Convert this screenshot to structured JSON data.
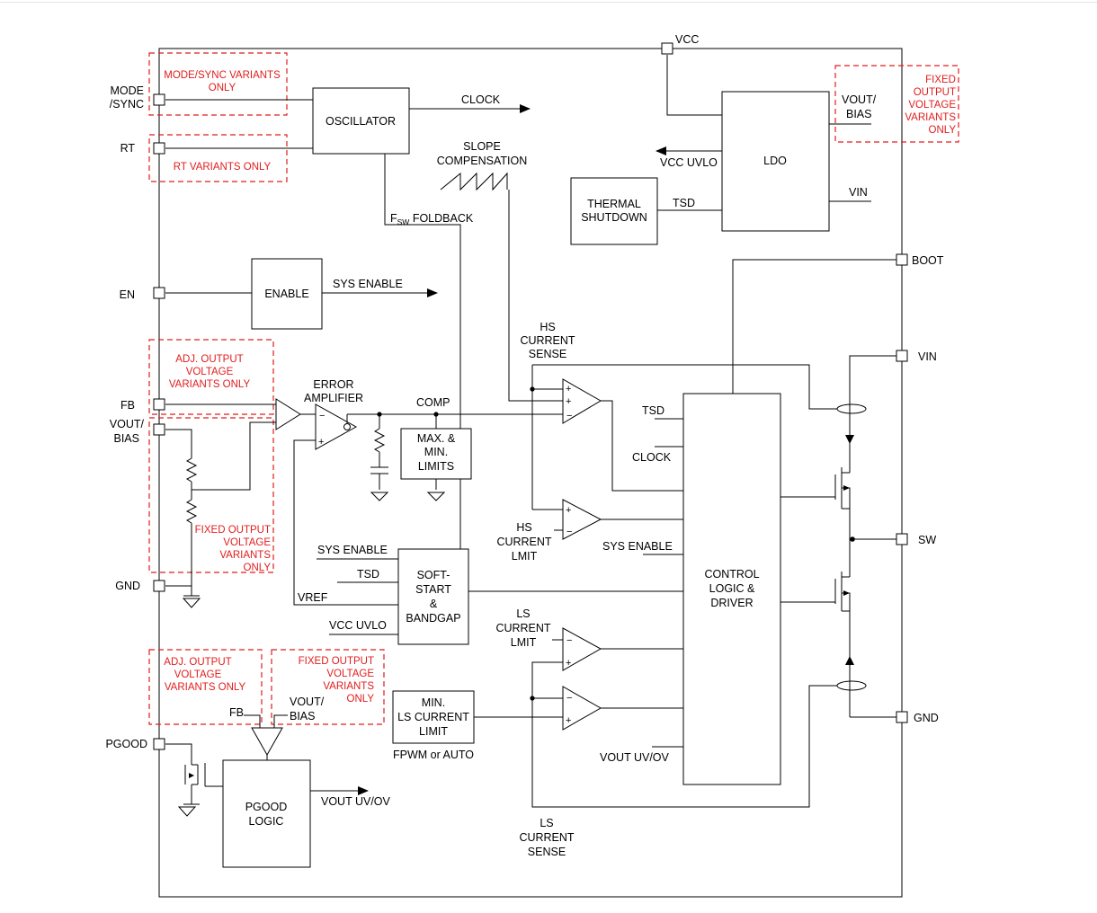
{
  "pins": {
    "vcc": "VCC",
    "mode_sync": [
      "MODE",
      "/SYNC"
    ],
    "rt": "RT",
    "en": "EN",
    "fb": "FB",
    "vout_bias": [
      "VOUT/",
      "BIAS"
    ],
    "gnd": "GND",
    "pgood": "PGOOD",
    "boot": "BOOT",
    "vin": "VIN",
    "sw": "SW",
    "gnd_right": "GND"
  },
  "variants": {
    "mode_sync": [
      "MODE/SYNC VARIANTS",
      "ONLY"
    ],
    "rt": "RT VARIANTS ONLY",
    "adj_top": [
      "ADJ. OUTPUT",
      "VOLTAGE",
      "VARIANTS ONLY"
    ],
    "fixed_left": [
      "FIXED OUTPUT",
      "VOLTAGE",
      "VARIANTS",
      "ONLY"
    ],
    "fixed_top_right": [
      "FIXED",
      "OUTPUT",
      "VOLTAGE",
      "VARIANTS",
      "ONLY"
    ],
    "adj_bottom": [
      "ADJ. OUTPUT",
      "VOLTAGE",
      "VARIANTS ONLY"
    ],
    "fixed_bottom": [
      "FIXED OUTPUT",
      "VOLTAGE",
      "VARIANTS",
      "ONLY"
    ]
  },
  "blocks": {
    "oscillator": "OSCILLATOR",
    "ldo": "LDO",
    "thermal": [
      "THERMAL",
      "SHUTDOWN"
    ],
    "enable": "ENABLE",
    "maxmin": [
      "MAX. &",
      "MIN.",
      "LIMITS"
    ],
    "softstart": [
      "SOFT-",
      "START",
      "&",
      "BANDGAP"
    ],
    "control": [
      "CONTROL",
      "LOGIC &",
      "DRIVER"
    ],
    "minls": [
      "MIN.",
      "LS CURRENT",
      "LIMIT"
    ],
    "pgood_logic": [
      "PGOOD",
      "LOGIC"
    ]
  },
  "signals": {
    "clock": "CLOCK",
    "slope": [
      "SLOPE",
      "COMPENSATION"
    ],
    "vcc_uvlo_ldo": "VCC UVLO",
    "ldo_vout_bias": [
      "VOUT/",
      "BIAS"
    ],
    "ldo_vin": "VIN",
    "tsd_thermal": "TSD",
    "fsw_foldback_f": "F",
    "fsw_foldback_sub": "SW",
    "fsw_foldback_rest": " FOLDBACK",
    "sys_enable_en": "SYS ENABLE",
    "hs_current_sense": [
      "HS",
      "CURRENT",
      "SENSE"
    ],
    "error_amp": [
      "ERROR",
      "AMPLIFIER"
    ],
    "comp": "COMP",
    "tsd_ctrl": "TSD",
    "clock_ctrl": "CLOCK",
    "hs_current_limit": [
      "HS",
      "CURRENT",
      "LMIT"
    ],
    "sys_enable_ctrl": "SYS ENABLE",
    "sys_enable_ss": "SYS ENABLE",
    "tsd_ss": "TSD",
    "vref": "VREF",
    "vcc_uvlo_ss": "VCC UVLO",
    "ls_current_limit": [
      "LS",
      "CURRENT",
      "LMIT"
    ],
    "fpwm_auto": "FPWM or AUTO",
    "vout_uvov_ctrl": "VOUT UV/OV",
    "vout_uvov_pg": "VOUT UV/OV",
    "ls_current_sense": [
      "LS",
      "CURRENT",
      "SENSE"
    ],
    "pg_fb": "FB",
    "pg_vout_bias": [
      "VOUT/",
      "BIAS"
    ]
  },
  "colors": {
    "variant_red": "#e11d1d",
    "line": "#000000"
  }
}
